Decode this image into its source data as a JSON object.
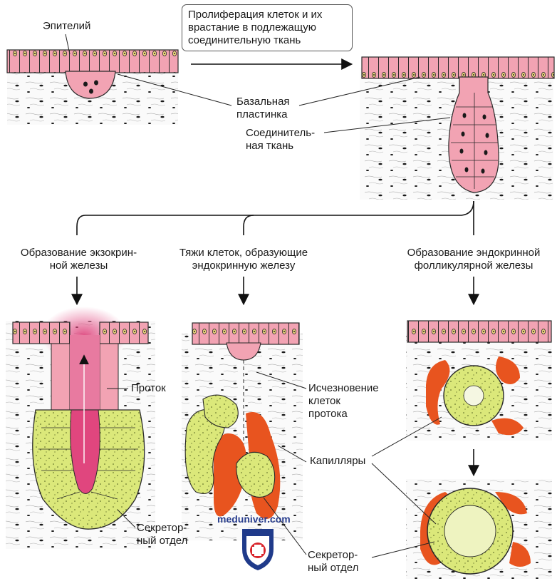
{
  "labels": {
    "epithelium": "Эпителий",
    "proliferation": "Пролиферация клеток и их\nврастание в подлежащую\nсоединительную ткань",
    "basal_lamina": "Базальная\nпластинка",
    "connective_tissue": "Соединитель-\nная ткань",
    "exocrine": "Образование экзокрин-\nной железы",
    "endocrine_cords": "Тяжи клеток, образующие\nэндокринную железу",
    "endocrine_follicular": "Образование эндокринной\nфолликулярной железы",
    "duct": "Проток",
    "disappearance": "Исчезновение\nклеток\nпротока",
    "capillaries": "Капилляры",
    "secretory_left": "Секретор-\nный отдел",
    "secretory_right": "Секретор-\nный отдел"
  },
  "watermark": "meduniver.com",
  "colors": {
    "epithelium": "#f2a3b3",
    "secretory": "#dbe87a",
    "capillary": "#e8541f",
    "nucleus": "#1a1a1a",
    "duct_lumen": "#e0467e",
    "shield_blue": "#1f3a8a",
    "shield_red": "#d8232a"
  }
}
